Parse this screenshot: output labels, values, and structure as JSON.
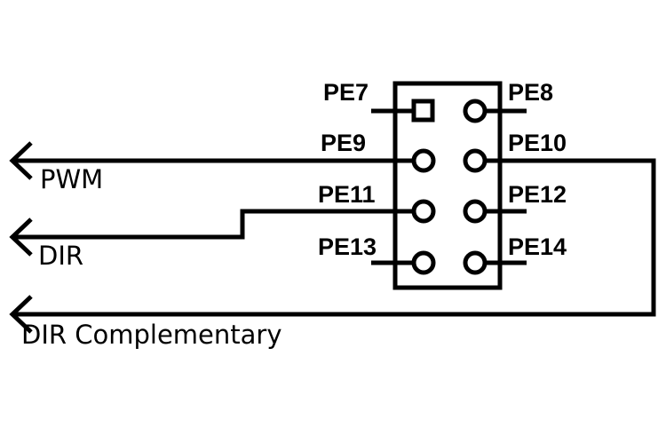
{
  "diagram": {
    "type": "connector-pinout",
    "header": {
      "rows": 4,
      "columns": 2,
      "pin1_marker": "square",
      "pins": [
        {
          "name": "PE7",
          "side": "left",
          "row": 0
        },
        {
          "name": "PE8",
          "side": "right",
          "row": 0
        },
        {
          "name": "PE9",
          "side": "left",
          "row": 1
        },
        {
          "name": "PE10",
          "side": "right",
          "row": 1
        },
        {
          "name": "PE11",
          "side": "left",
          "row": 2
        },
        {
          "name": "PE12",
          "side": "right",
          "row": 2
        },
        {
          "name": "PE13",
          "side": "left",
          "row": 3
        },
        {
          "name": "PE14",
          "side": "right",
          "row": 3
        }
      ]
    },
    "signals": [
      {
        "label": "PWM",
        "from_pin": "PE9"
      },
      {
        "label": "DIR",
        "from_pin": "PE11"
      },
      {
        "label": "DIR Complementary",
        "from_pin": "PE10"
      }
    ],
    "colors": {
      "line": "#000000",
      "background": "#ffffff"
    }
  }
}
